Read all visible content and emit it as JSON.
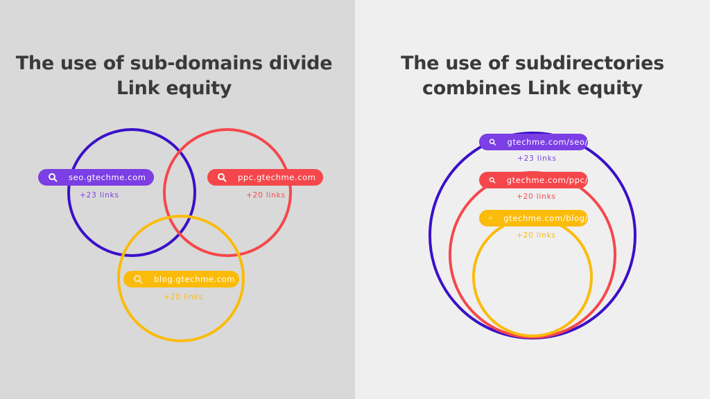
{
  "colors": {
    "purple": "#7b3fe4",
    "indigo": "#3a10c8",
    "red": "#f5474b",
    "yellow": "#fbbb0a",
    "left_bg": "#d9d9d9",
    "right_bg": "#efefef",
    "title": "#3a3a3a"
  },
  "left": {
    "title_line1": "The use of sub-domains divide",
    "title_line2": "Link equity",
    "items": [
      {
        "label": "seo.gtechme.com",
        "links": "+23 links",
        "icon": "search-icon"
      },
      {
        "label": "ppc.gtechme.com",
        "links": "+20 links",
        "icon": "search-icon"
      },
      {
        "label": "blog.gtechme.com",
        "links": "+20 links",
        "icon": "search-icon"
      }
    ]
  },
  "right": {
    "title_line1": "The use of subdirectories",
    "title_line2": "combines Link equity",
    "items": [
      {
        "label": "gtechme.com/seo/",
        "links": "+23 links",
        "icon": "search-icon"
      },
      {
        "label": "gtechme.com/ppc/",
        "links": "+20 links",
        "icon": "search-icon"
      },
      {
        "label": "gtechme.com/blog/",
        "links": "+20 links",
        "icon": "search-icon"
      }
    ]
  }
}
